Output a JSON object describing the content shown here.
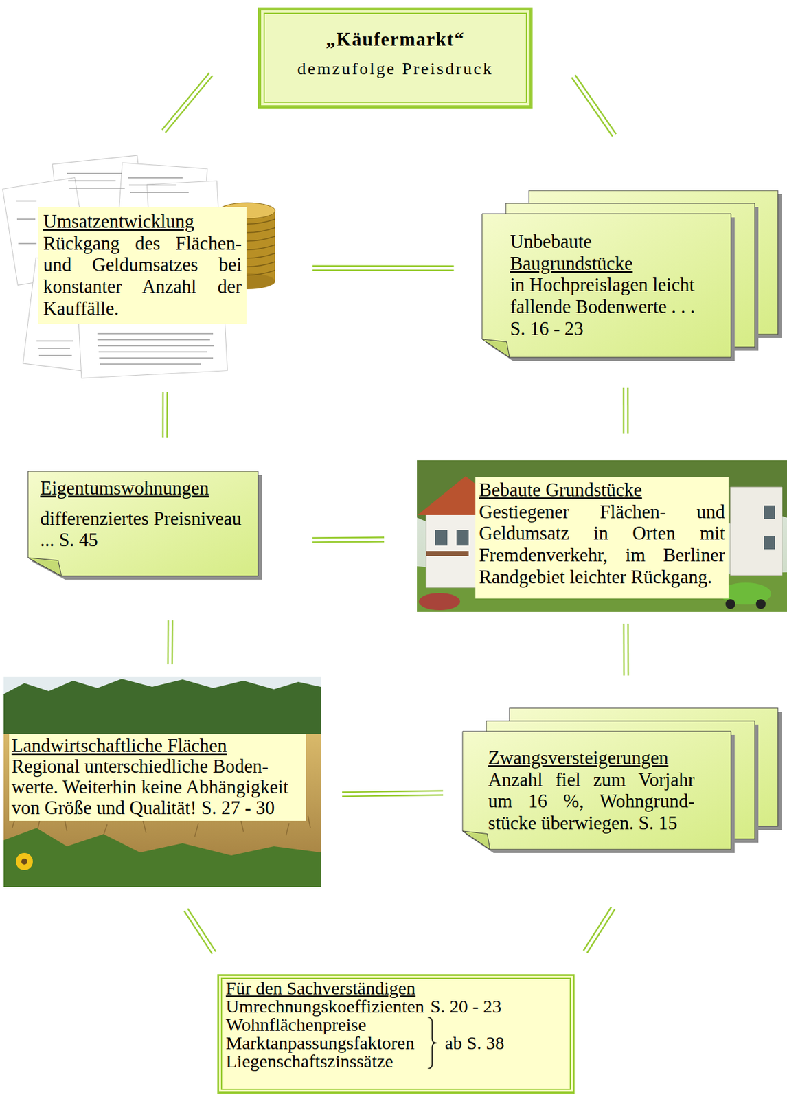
{
  "diagram": {
    "nodes": [
      {
        "text": [
          "„Käufermarkt“",
          "demzufolge Preisdruck"
        ]
      },
      {
        "text": [
          "Umsatzentwicklung",
          "Rückgang des Flächen- und Geldumsatzes bei konstanter Anzahl der Kauffälle."
        ]
      },
      {
        "text": [
          "Unbebaute",
          "Baugrundstücke",
          "in Hochpreislagen leicht fallende Bodenwerte . . . S. 16 - 23"
        ]
      },
      {
        "text": [
          "Eigentumswohnungen",
          "differenziertes Preisniveau ... S. 45"
        ]
      },
      {
        "text": [
          "Bebaute Grundstücke",
          "Gestiegener Flächen- und Geldumsatz in Orten mit Fremdenverkehr, im Berliner Randgebiet leichter Rückgang."
        ]
      },
      {
        "text": [
          "Landwirtschaftliche Flächen",
          "Regional unterschiedliche Boden- werte. Weiterhin keine Abhängigkeit von Größe und Qualität! S. 27 - 30"
        ]
      },
      {
        "text": [
          "Zwangsversteigerungen",
          "Anzahl fiel zum Vorjahr um 16 %, Wohngrund- stücke überwiegen. S. 15"
        ]
      },
      {
        "text": [
          "Für den Sachverständigen",
          "Umrechnungskoeffizienten",
          "S. 20 - 23",
          "Wohnflächenpreise",
          "Marktanpassungsfaktoren",
          "Liegenschaftszinssätze",
          "ab S. 38"
        ]
      }
    ],
    "edges": [
      {
        "from": 0,
        "to": 1,
        "arrow": "none"
      },
      {
        "from": 0,
        "to": 2,
        "arrow": "none"
      },
      {
        "from": 1,
        "to": 2,
        "arrow": "none"
      },
      {
        "from": 1,
        "to": 3,
        "arrow": "none"
      },
      {
        "from": 2,
        "to": 4,
        "arrow": "none"
      },
      {
        "from": 3,
        "to": 4,
        "arrow": "none"
      },
      {
        "from": 3,
        "to": 5,
        "arrow": "none"
      },
      {
        "from": 4,
        "to": 6,
        "arrow": "none"
      },
      {
        "from": 5,
        "to": 6,
        "arrow": "none"
      },
      {
        "from": 5,
        "to": 7,
        "arrow": "none"
      },
      {
        "from": 6,
        "to": 7,
        "arrow": "none"
      }
    ]
  }
}
